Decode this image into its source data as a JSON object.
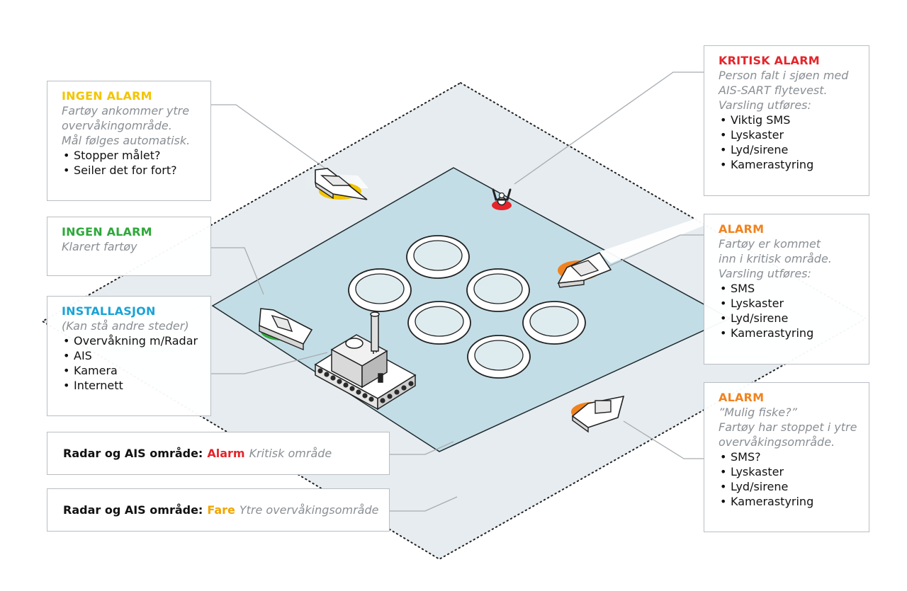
{
  "colors": {
    "yellow": "#f2c500",
    "green": "#2ea83a",
    "cyan": "#1aa3d6",
    "red": "#e4252b",
    "orange": "#f0831f",
    "outer_area": "#e6ecef",
    "inner_area": "#c3dde6",
    "connector": "#a7acb1"
  },
  "boxes": {
    "vessel_arriving": {
      "title": "INGEN ALARM",
      "lines": [
        "Fartøy ankommer ytre",
        "overvåkingområde.",
        "Mål følges automatisk."
      ],
      "items": [
        "Stopper målet?",
        "Seiler det for fort?"
      ]
    },
    "cleared_vessel": {
      "title": "INGEN ALARM",
      "lines": [
        "Klarert fartøy"
      ],
      "items": []
    },
    "installation": {
      "title": "INSTALLASJON",
      "lines": [
        "(Kan stå andre steder)"
      ],
      "items": [
        "Overvåkning m/Radar",
        "AIS",
        "Kamera",
        "Internett"
      ]
    },
    "critical_alarm": {
      "title": "KRITISK ALARM",
      "lines": [
        "Person falt i sjøen med",
        "AIS-SART flytevest.",
        "Varsling utføres:"
      ],
      "items": [
        "Viktig SMS",
        "Lyskaster",
        "Lyd/sirene",
        "Kamerastyring"
      ]
    },
    "alarm_critical_zone": {
      "title": "ALARM",
      "lines": [
        "Fartøy er kommet",
        "inn i kritisk område.",
        "Varsling utføres:"
      ],
      "items": [
        "SMS",
        "Lyskaster",
        "Lyd/sirene",
        "Kamerastyring"
      ]
    },
    "alarm_fishing": {
      "title": "ALARM",
      "lines": [
        "”Mulig fiske?”",
        "Fartøy har stoppet i ytre",
        "overvåkingsområde."
      ],
      "items": [
        "SMS?",
        "Lyskaster",
        "Lyd/sirene",
        "Kamerastyring"
      ]
    }
  },
  "legend": {
    "critical": {
      "label": "Radar og AIS område:",
      "keyword": "Alarm",
      "desc": "Kritisk område"
    },
    "outer": {
      "label": "Radar og AIS område:",
      "keyword": "Fare",
      "desc": "Ytre overvåkingsområde"
    }
  },
  "icons": {
    "vessel": "boat-icon",
    "person": "person-overboard-icon",
    "pen": "fish-pen-icon",
    "platform": "radar-platform-icon"
  }
}
